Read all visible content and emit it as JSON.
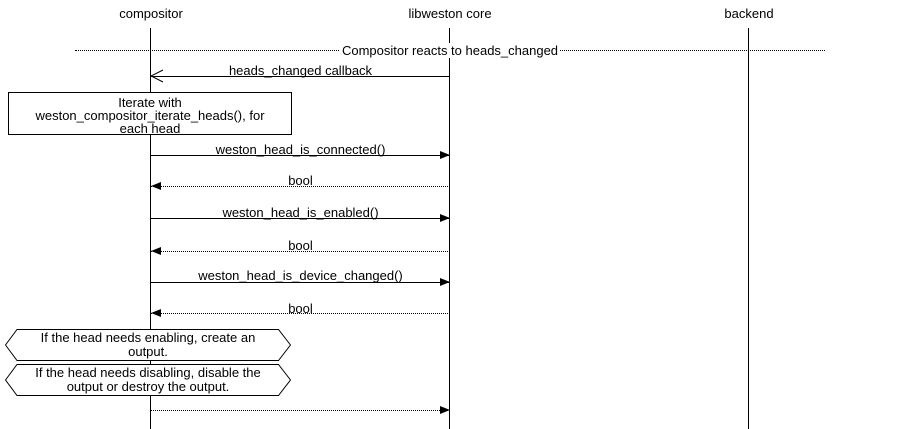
{
  "diagram": {
    "actors": [
      {
        "label": "compositor"
      },
      {
        "label": "libweston core"
      },
      {
        "label": "backend"
      }
    ],
    "divider": {
      "label": "Compositor reacts to heads_changed"
    },
    "messages": [
      {
        "label": "heads_changed callback",
        "from": "libweston core",
        "to": "compositor",
        "line": "solid",
        "arrowhead": "open"
      },
      {
        "label": "weston_head_is_connected()",
        "from": "compositor",
        "to": "libweston core",
        "line": "solid",
        "arrowhead": "filled"
      },
      {
        "label": "bool",
        "from": "libweston core",
        "to": "compositor",
        "line": "dotted",
        "arrowhead": "filled"
      },
      {
        "label": "weston_head_is_enabled()",
        "from": "compositor",
        "to": "libweston core",
        "line": "solid",
        "arrowhead": "filled"
      },
      {
        "label": "bool",
        "from": "libweston core",
        "to": "compositor",
        "line": "dotted",
        "arrowhead": "filled"
      },
      {
        "label": "weston_head_is_device_changed()",
        "from": "compositor",
        "to": "libweston core",
        "line": "solid",
        "arrowhead": "filled"
      },
      {
        "label": "bool",
        "from": "libweston core",
        "to": "compositor",
        "line": "dotted",
        "arrowhead": "filled"
      },
      {
        "label": "",
        "from": "compositor",
        "to": "libweston core",
        "line": "dotted",
        "arrowhead": "filled"
      }
    ],
    "note": {
      "lines": [
        "Iterate with",
        "weston_compositor_iterate_heads(), for",
        "each head"
      ]
    },
    "conditions": [
      {
        "lines": [
          "If the head needs enabling, create an",
          "output."
        ]
      },
      {
        "lines": [
          "If the head needs disabling, disable the",
          "output or destroy the output."
        ]
      }
    ],
    "colors": {
      "line": "#000000",
      "background": "#ffffff"
    }
  }
}
